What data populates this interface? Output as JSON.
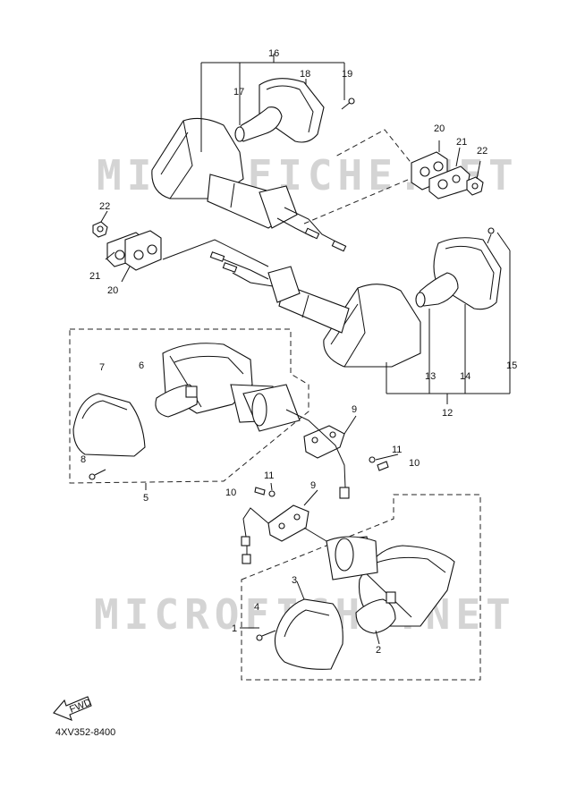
{
  "watermark": "MICROFICHE.NET",
  "fwd_label": "FWD",
  "diagram_code": "4XV352-8400",
  "labels": {
    "n1": "1",
    "n2": "2",
    "n3": "3",
    "n4": "4",
    "n5": "5",
    "n6": "6",
    "n7": "7",
    "n8": "8",
    "n9a": "9",
    "n9b": "9",
    "n10a": "10",
    "n10b": "10",
    "n11a": "11",
    "n11b": "11",
    "n12": "12",
    "n13": "13",
    "n14": "14",
    "n15": "15",
    "n16": "16",
    "n17": "17",
    "n18": "18",
    "n19": "19",
    "n20a": "20",
    "n20b": "20",
    "n21a": "21",
    "n21b": "21",
    "n22a": "22",
    "n22b": "22"
  }
}
